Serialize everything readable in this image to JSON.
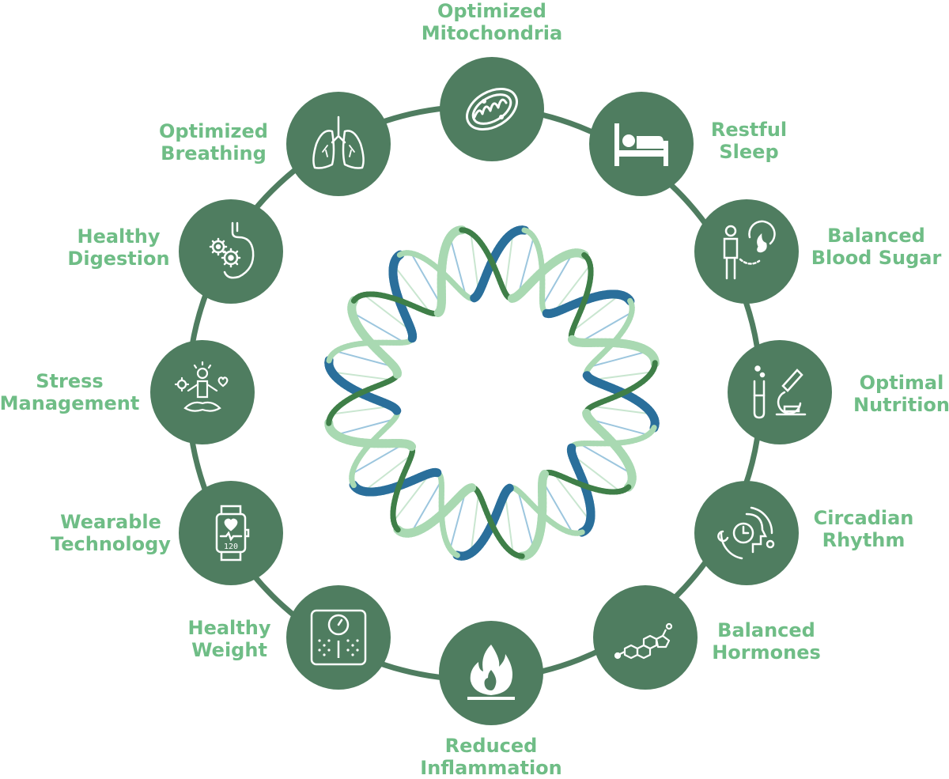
{
  "colors": {
    "node": "#4f7d60",
    "ring": "#4f7d60",
    "label": "#6fbd86",
    "helix_blue": "#2a6f9b",
    "helix_green": "#3f7f48",
    "helix_light": "#a9d9b2"
  },
  "nodes": [
    {
      "id": "mitochondria",
      "icon": "mitochondria-icon",
      "line1": "Optimized",
      "line2": "Mitochondria"
    },
    {
      "id": "sleep",
      "icon": "bed-icon",
      "line1": "Restful",
      "line2": "Sleep"
    },
    {
      "id": "blood-sugar",
      "icon": "metabolism-icon",
      "line1": "Balanced",
      "line2": "Blood Sugar"
    },
    {
      "id": "nutrition",
      "icon": "microscope-icon",
      "line1": "Optimal",
      "line2": "Nutrition"
    },
    {
      "id": "circadian",
      "icon": "clock-head-icon",
      "line1": "Circadian",
      "line2": "Rhythm"
    },
    {
      "id": "hormones",
      "icon": "steroid-molecule-icon",
      "line1": "Balanced",
      "line2": "Hormones"
    },
    {
      "id": "inflammation",
      "icon": "flame-icon",
      "line1": "Reduced",
      "line2": "Inflammation"
    },
    {
      "id": "weight",
      "icon": "scale-icon",
      "line1": "Healthy",
      "line2": "Weight"
    },
    {
      "id": "wearable",
      "icon": "smartwatch-icon",
      "line1": "Wearable",
      "line2": "Technology"
    },
    {
      "id": "stress",
      "icon": "meditation-icon",
      "line1": "Stress",
      "line2": "Management"
    },
    {
      "id": "digestion",
      "icon": "stomach-gears-icon",
      "line1": "Healthy",
      "line2": "Digestion"
    },
    {
      "id": "breathing",
      "icon": "lungs-icon",
      "line1": "Optimized",
      "line2": "Breathing"
    }
  ],
  "watch_readout": "120"
}
